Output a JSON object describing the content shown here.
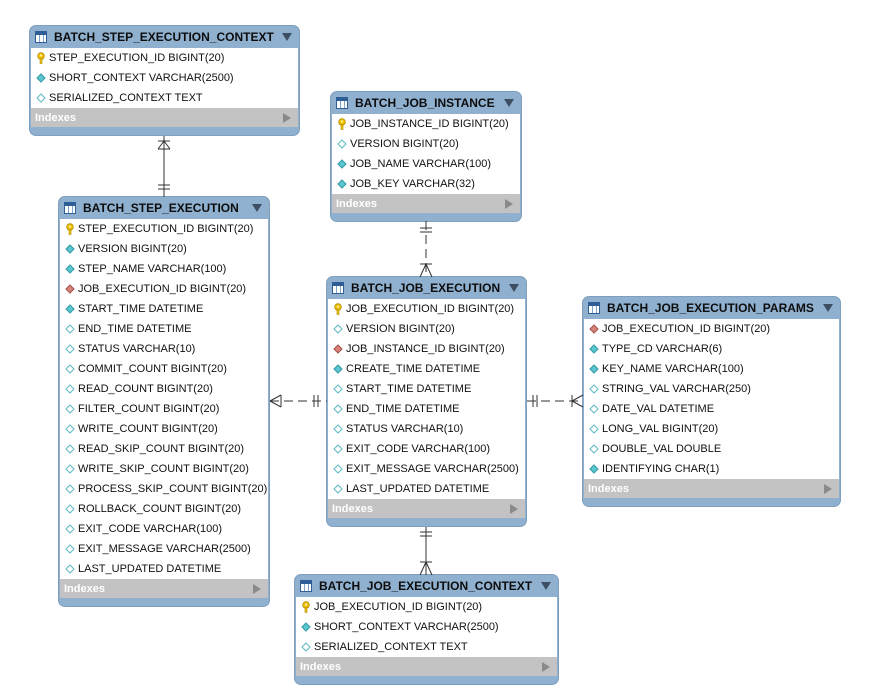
{
  "tables": [
    {
      "name": "BATCH_STEP_EXECUTION_CONTEXT",
      "indexes_label": "Indexes",
      "columns": [
        {
          "text": "STEP_EXECUTION_ID BIGINT(20)",
          "icon": "primary-key-icon"
        },
        {
          "text": "SHORT_CONTEXT VARCHAR(2500)",
          "icon": "not-null-column-icon"
        },
        {
          "text": "SERIALIZED_CONTEXT TEXT",
          "icon": "nullable-column-icon"
        }
      ]
    },
    {
      "name": "BATCH_JOB_INSTANCE",
      "indexes_label": "Indexes",
      "columns": [
        {
          "text": "JOB_INSTANCE_ID BIGINT(20)",
          "icon": "primary-key-icon"
        },
        {
          "text": "VERSION BIGINT(20)",
          "icon": "nullable-column-icon"
        },
        {
          "text": "JOB_NAME VARCHAR(100)",
          "icon": "not-null-column-icon"
        },
        {
          "text": "JOB_KEY VARCHAR(32)",
          "icon": "not-null-column-icon"
        }
      ]
    },
    {
      "name": "BATCH_STEP_EXECUTION",
      "indexes_label": "Indexes",
      "columns": [
        {
          "text": "STEP_EXECUTION_ID BIGINT(20)",
          "icon": "primary-key-icon"
        },
        {
          "text": "VERSION BIGINT(20)",
          "icon": "not-null-column-icon"
        },
        {
          "text": "STEP_NAME VARCHAR(100)",
          "icon": "not-null-column-icon"
        },
        {
          "text": "JOB_EXECUTION_ID BIGINT(20)",
          "icon": "foreign-key-icon"
        },
        {
          "text": "START_TIME DATETIME",
          "icon": "not-null-column-icon"
        },
        {
          "text": "END_TIME DATETIME",
          "icon": "nullable-column-icon"
        },
        {
          "text": "STATUS VARCHAR(10)",
          "icon": "nullable-column-icon"
        },
        {
          "text": "COMMIT_COUNT BIGINT(20)",
          "icon": "nullable-column-icon"
        },
        {
          "text": "READ_COUNT BIGINT(20)",
          "icon": "nullable-column-icon"
        },
        {
          "text": "FILTER_COUNT BIGINT(20)",
          "icon": "nullable-column-icon"
        },
        {
          "text": "WRITE_COUNT BIGINT(20)",
          "icon": "nullable-column-icon"
        },
        {
          "text": "READ_SKIP_COUNT BIGINT(20)",
          "icon": "nullable-column-icon"
        },
        {
          "text": "WRITE_SKIP_COUNT BIGINT(20)",
          "icon": "nullable-column-icon"
        },
        {
          "text": "PROCESS_SKIP_COUNT BIGINT(20)",
          "icon": "nullable-column-icon"
        },
        {
          "text": "ROLLBACK_COUNT BIGINT(20)",
          "icon": "nullable-column-icon"
        },
        {
          "text": "EXIT_CODE VARCHAR(100)",
          "icon": "nullable-column-icon"
        },
        {
          "text": "EXIT_MESSAGE VARCHAR(2500)",
          "icon": "nullable-column-icon"
        },
        {
          "text": "LAST_UPDATED DATETIME",
          "icon": "nullable-column-icon"
        }
      ]
    },
    {
      "name": "BATCH_JOB_EXECUTION",
      "indexes_label": "Indexes",
      "columns": [
        {
          "text": "JOB_EXECUTION_ID BIGINT(20)",
          "icon": "primary-key-icon"
        },
        {
          "text": "VERSION BIGINT(20)",
          "icon": "nullable-column-icon"
        },
        {
          "text": "JOB_INSTANCE_ID BIGINT(20)",
          "icon": "foreign-key-icon"
        },
        {
          "text": "CREATE_TIME DATETIME",
          "icon": "not-null-column-icon"
        },
        {
          "text": "START_TIME DATETIME",
          "icon": "nullable-column-icon"
        },
        {
          "text": "END_TIME DATETIME",
          "icon": "nullable-column-icon"
        },
        {
          "text": "STATUS VARCHAR(10)",
          "icon": "nullable-column-icon"
        },
        {
          "text": "EXIT_CODE VARCHAR(100)",
          "icon": "nullable-column-icon"
        },
        {
          "text": "EXIT_MESSAGE VARCHAR(2500)",
          "icon": "nullable-column-icon"
        },
        {
          "text": "LAST_UPDATED DATETIME",
          "icon": "nullable-column-icon"
        }
      ]
    },
    {
      "name": "BATCH_JOB_EXECUTION_PARAMS",
      "indexes_label": "Indexes",
      "columns": [
        {
          "text": "JOB_EXECUTION_ID BIGINT(20)",
          "icon": "foreign-key-icon"
        },
        {
          "text": "TYPE_CD VARCHAR(6)",
          "icon": "not-null-column-icon"
        },
        {
          "text": "KEY_NAME VARCHAR(100)",
          "icon": "not-null-column-icon"
        },
        {
          "text": "STRING_VAL VARCHAR(250)",
          "icon": "nullable-column-icon"
        },
        {
          "text": "DATE_VAL DATETIME",
          "icon": "nullable-column-icon"
        },
        {
          "text": "LONG_VAL BIGINT(20)",
          "icon": "nullable-column-icon"
        },
        {
          "text": "DOUBLE_VAL DOUBLE",
          "icon": "nullable-column-icon"
        },
        {
          "text": "IDENTIFYING CHAR(1)",
          "icon": "not-null-column-icon"
        }
      ]
    },
    {
      "name": "BATCH_JOB_EXECUTION_CONTEXT",
      "indexes_label": "Indexes",
      "columns": [
        {
          "text": "JOB_EXECUTION_ID BIGINT(20)",
          "icon": "primary-key-icon"
        },
        {
          "text": "SHORT_CONTEXT VARCHAR(2500)",
          "icon": "not-null-column-icon"
        },
        {
          "text": "SERIALIZED_CONTEXT TEXT",
          "icon": "nullable-column-icon"
        }
      ]
    }
  ],
  "relationships": [
    {
      "from": "BATCH_STEP_EXECUTION_CONTEXT",
      "to": "BATCH_STEP_EXECUTION",
      "style": "solid"
    },
    {
      "from": "BATCH_JOB_INSTANCE",
      "to": "BATCH_JOB_EXECUTION",
      "style": "dashed"
    },
    {
      "from": "BATCH_STEP_EXECUTION",
      "to": "BATCH_JOB_EXECUTION",
      "style": "dashed"
    },
    {
      "from": "BATCH_JOB_EXECUTION_PARAMS",
      "to": "BATCH_JOB_EXECUTION",
      "style": "dashed"
    },
    {
      "from": "BATCH_JOB_EXECUTION_CONTEXT",
      "to": "BATCH_JOB_EXECUTION",
      "style": "solid"
    }
  ],
  "colors": {
    "header": "#8fb0cf",
    "indexes_bar": "#c3c3c3",
    "primary_key": "#f2c200",
    "foreign_key": "#d9827a",
    "not_null": "#5cc6d0",
    "nullable": "#ffffff",
    "connector": "#333333"
  }
}
